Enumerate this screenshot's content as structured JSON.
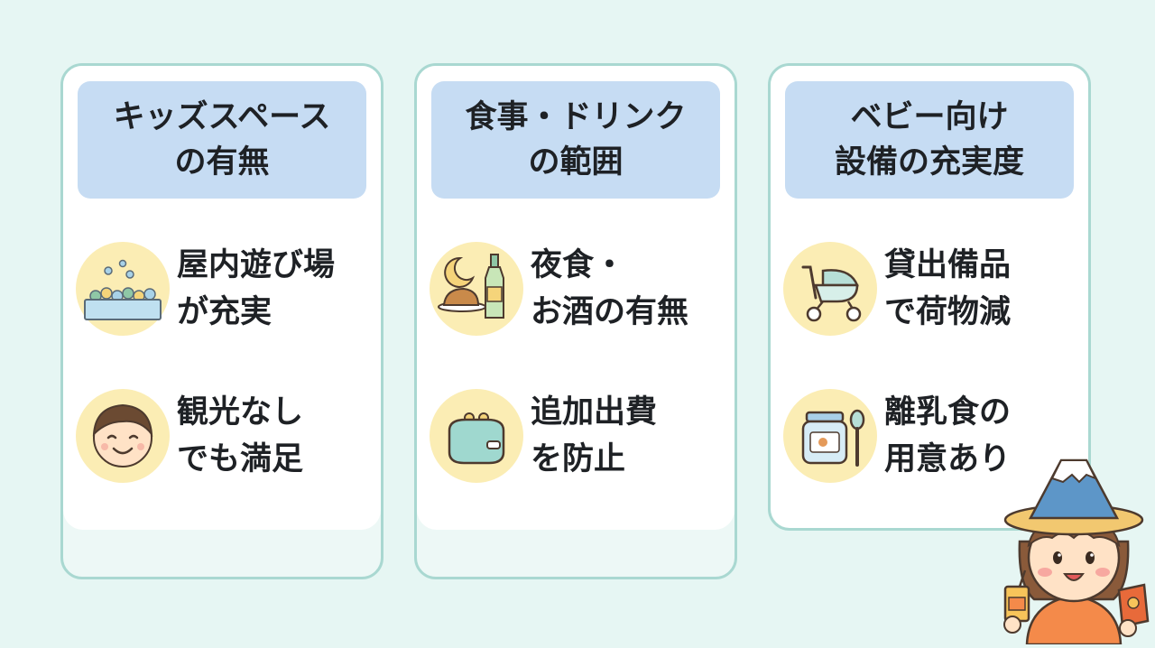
{
  "cards": [
    {
      "title_line1": "キッズスペース",
      "title_line2": "の有無",
      "items": [
        {
          "icon": "ball-pit-icon",
          "line1": "屋内遊び場",
          "line2": "が充実"
        },
        {
          "icon": "smiling-child-icon",
          "line1": "観光なし",
          "line2": "でも満足"
        }
      ]
    },
    {
      "title_line1": "食事・ドリンク",
      "title_line2": "の範囲",
      "items": [
        {
          "icon": "night-meal-icon",
          "line1": "夜食・",
          "line2": "お酒の有無"
        },
        {
          "icon": "coin-purse-icon",
          "line1": "追加出費",
          "line2": "を防止"
        }
      ]
    },
    {
      "title_line1": "ベビー向け",
      "title_line2": "設備の充実度",
      "items": [
        {
          "icon": "stroller-icon",
          "line1": "貸出備品",
          "line2": "で荷物減"
        },
        {
          "icon": "baby-food-jar-icon",
          "line1": "離乳食の",
          "line2": "用意あり"
        }
      ]
    }
  ],
  "colors": {
    "background": "#e6f6f3",
    "card_border": "#a9d8d1",
    "header_fill": "#c6dcf3",
    "icon_circle": "#fbedb4"
  },
  "mascot_icon": "girl-with-fuji-hat-icon"
}
